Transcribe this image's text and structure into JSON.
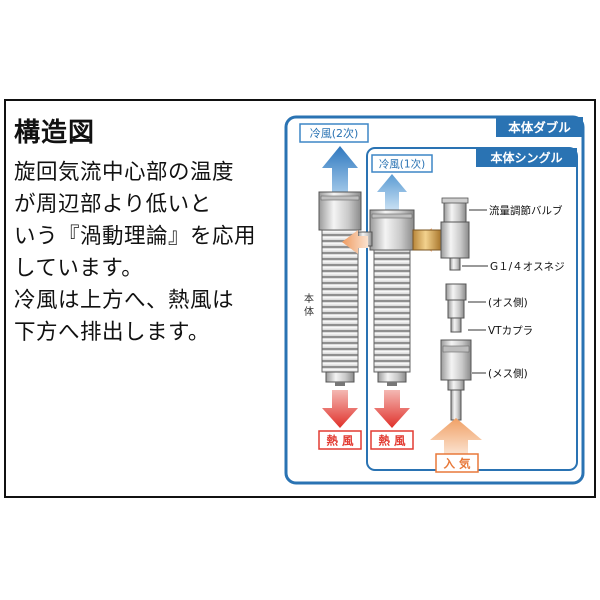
{
  "heading": "構造図",
  "description_lines": [
    "旋回気流中心部の温度",
    "が周辺部より低いと",
    "いう『渦動理論』を応用",
    "しています。",
    "冷風は上方へ、熱風は",
    "下方へ排出します。"
  ],
  "diagram": {
    "double_label": "本体ダブル",
    "single_label": "本体シングル",
    "cold_air_2": "冷風(2次)",
    "cold_air_1": "冷風(1次)",
    "body_label": "本\n体",
    "hot_air_left": "熱 風",
    "hot_air_right": "熱 風",
    "inlet_label": "入 気",
    "flow_valve_label": "流量調節バルブ",
    "g14_label": "G１/４オスネジ",
    "male_side_label": "(オス側)",
    "vt_coupler_label": "VTカプラ",
    "female_side_label": "(メス側)"
  },
  "colors": {
    "frame_blue": "#2a73b3",
    "cold_arrow": "#3d86c6",
    "hot_arrow": "#e0403a",
    "hot_label": "#e23b32",
    "inlet_arrow": "#f2a36a",
    "inlet_label": "#e8793a"
  }
}
